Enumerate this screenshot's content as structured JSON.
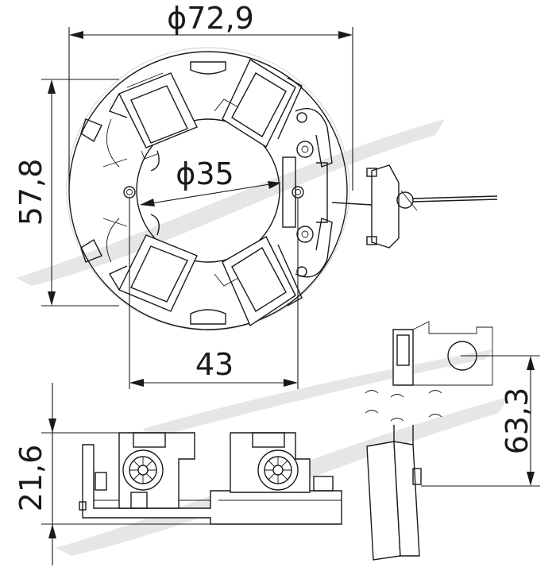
{
  "dimensions": {
    "outer_diameter": {
      "symbol": "ϕ",
      "value": "72,9"
    },
    "inner_diameter": {
      "symbol": "ϕ",
      "value": "35"
    },
    "height_front": {
      "value": "57,8"
    },
    "bolt_spacing": {
      "value": "43"
    },
    "total_height_side": {
      "value": "63,3"
    },
    "body_height_side": {
      "value": "21,6"
    }
  },
  "colors": {
    "line": "#1a1a1a",
    "watermark": "#e4e6e8"
  },
  "icons": {
    "phi": "diameter-symbol"
  }
}
